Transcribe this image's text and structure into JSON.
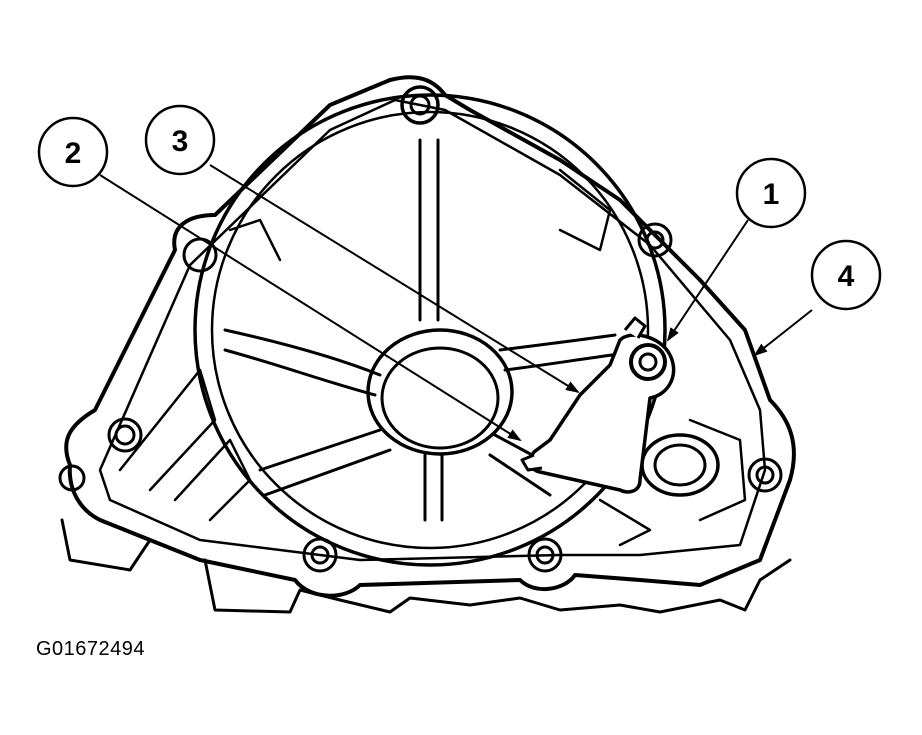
{
  "figure_id": "G01672494",
  "callouts": [
    {
      "label": "1"
    },
    {
      "label": "2"
    },
    {
      "label": "3"
    },
    {
      "label": "4"
    }
  ],
  "colors": {
    "ink": "#000000",
    "paper": "#ffffff"
  }
}
